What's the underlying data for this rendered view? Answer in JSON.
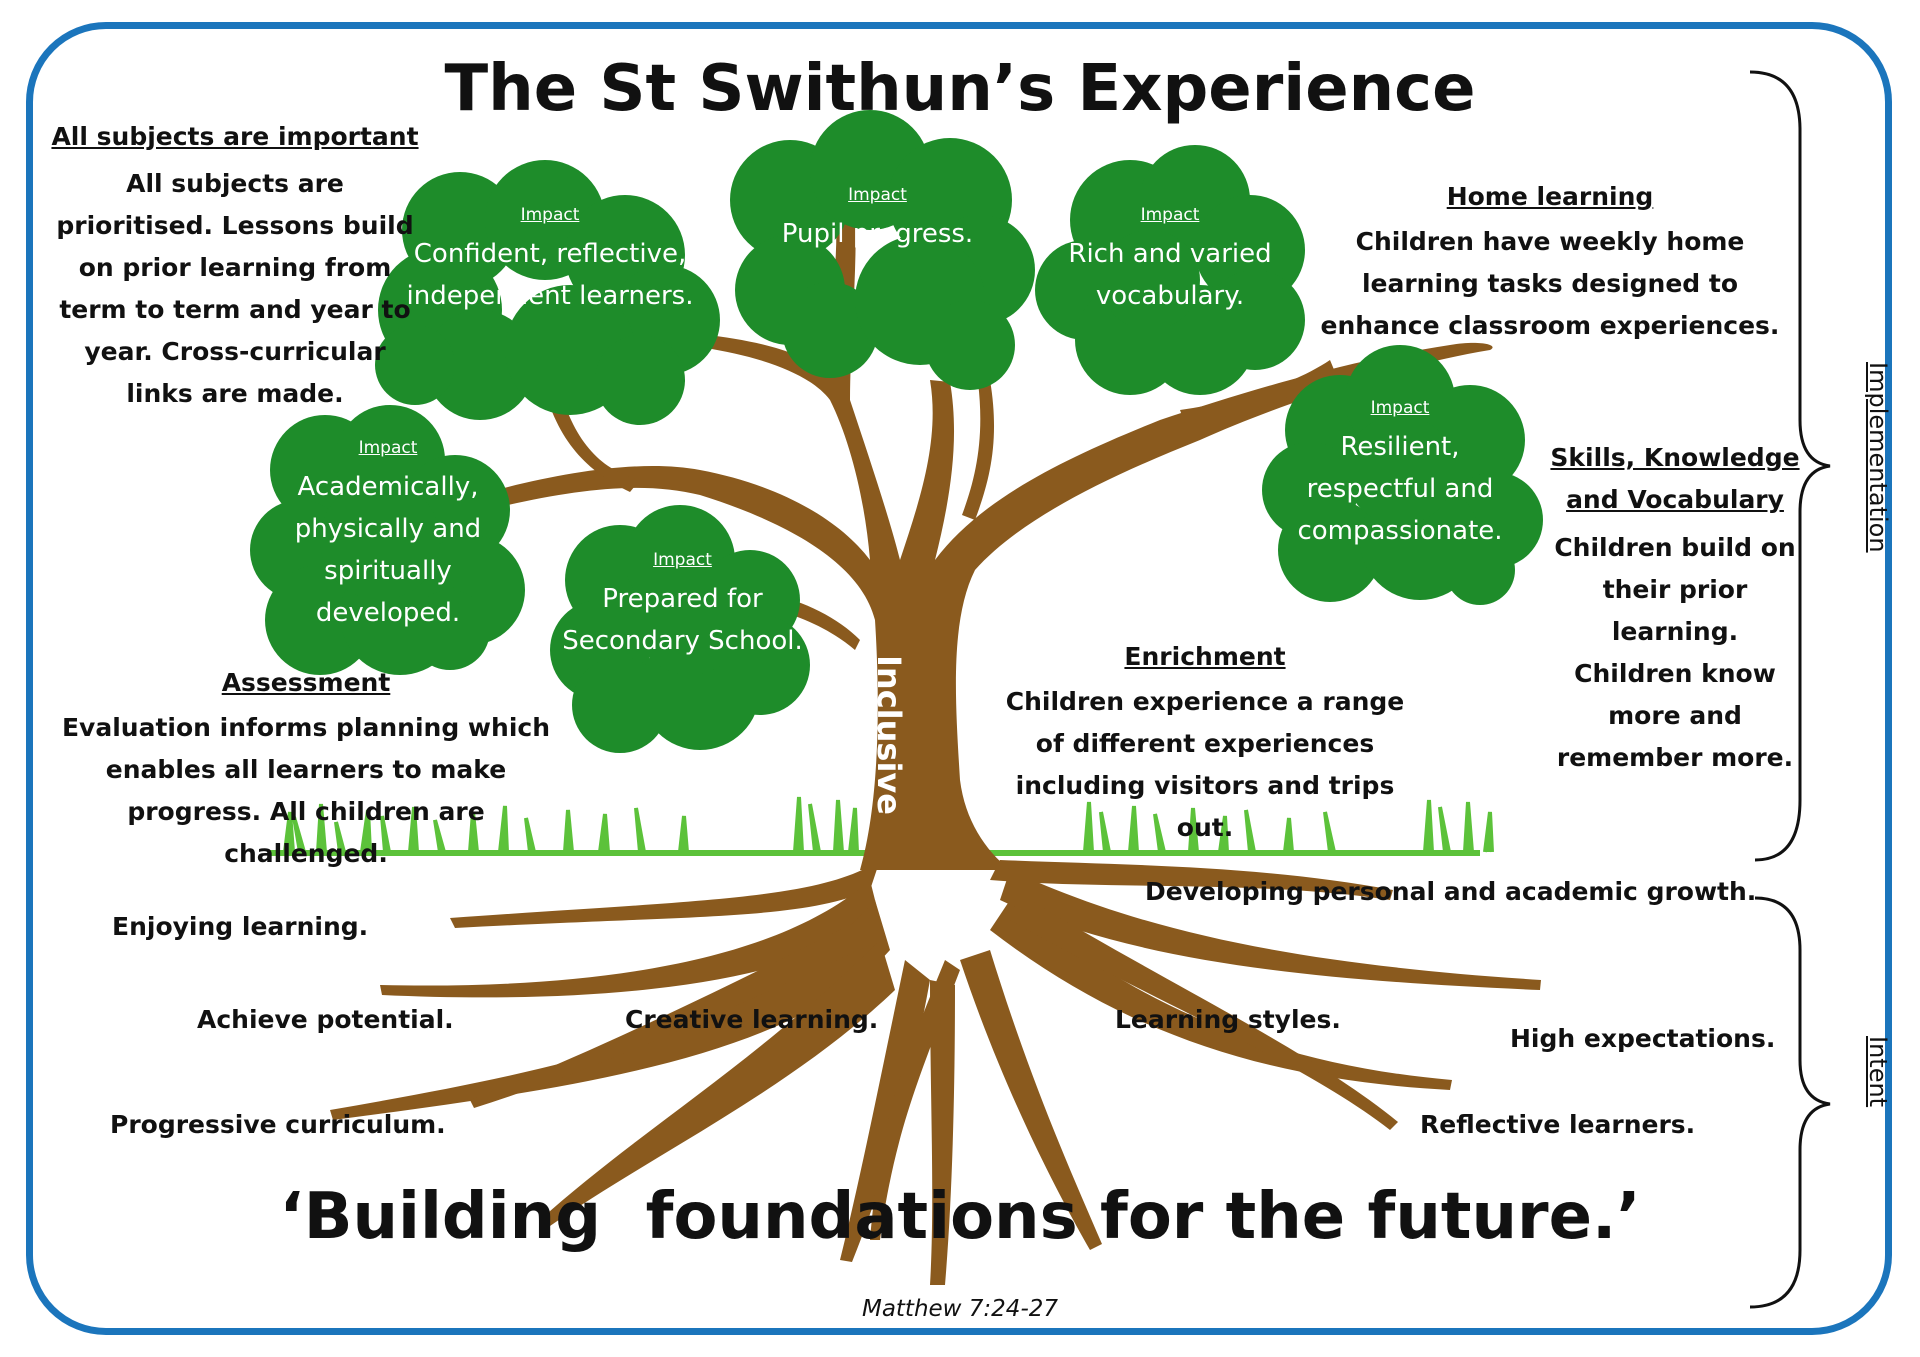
{
  "title": "The St Swithun’s Experience",
  "trunk_label": "Inclusive",
  "motto": "‘Building  foundations for the future.’",
  "scripture": "Matthew 7:24-27",
  "colors": {
    "frame": "#1b75bc",
    "canopy": "#1e8c2a",
    "trunk": "#8a5a1e",
    "grass": "#5cc23a"
  },
  "canopies": [
    {
      "impact": "Impact",
      "text": "Confident, reflective, independent learners."
    },
    {
      "impact": "Impact",
      "text": "Pupil progress."
    },
    {
      "impact": "Impact",
      "text": "Rich and varied vocabulary."
    },
    {
      "impact": "Impact",
      "text": "Academically, physically and spiritually developed."
    },
    {
      "impact": "Impact",
      "text": "Prepared for Secondary School."
    },
    {
      "impact": "Impact",
      "text": "Resilient, respectful and compassionate."
    }
  ],
  "sections": {
    "all_subjects": {
      "heading": "All subjects are important",
      "body": "All subjects are prioritised.  Lessons build on prior learning from term to term and year to year.  Cross-curricular links are made."
    },
    "home_learning": {
      "heading": "Home learning",
      "body": "Children have weekly home learning tasks designed to enhance classroom experiences."
    },
    "skills": {
      "heading": "Skills, Knowledge and Vocabulary",
      "body": "Children build on their prior learning. Children know more and remember more."
    },
    "assessment": {
      "heading": "Assessment",
      "body": "Evaluation informs planning which enables all learners to make progress. All children are challenged."
    },
    "enrichment": {
      "heading": "Enrichment",
      "body": "Children experience a range of different experiences including visitors and trips out."
    }
  },
  "roots": [
    "Enjoying learning.",
    "Developing personal and academic growth.",
    "Achieve potential.",
    "Creative learning.",
    "Learning styles.",
    "High expectations.",
    "Progressive curriculum.",
    "Reflective learners."
  ],
  "brackets": {
    "implementation": "Implementation",
    "intent": "Intent"
  }
}
